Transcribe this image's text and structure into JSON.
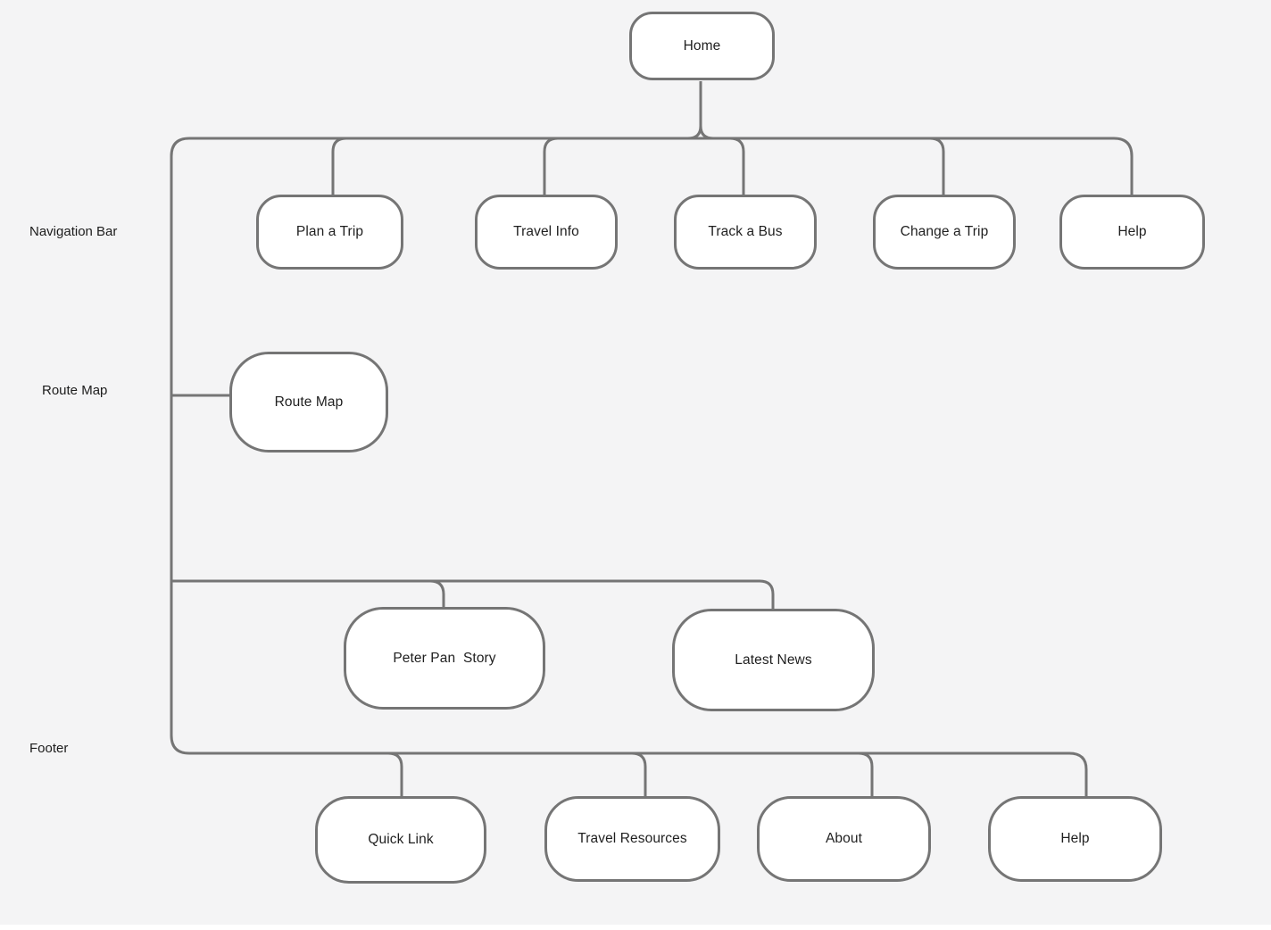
{
  "canvas": {
    "background_color": "#f4f4f5",
    "node_fill_color": "#ffffff",
    "line_color": "#757575",
    "text_color": "#1f1f1f"
  },
  "section_labels": {
    "navigation_bar": "Navigation Bar",
    "route_map": "Route Map",
    "footer": "Footer"
  },
  "nodes": {
    "home": {
      "label": "Home"
    },
    "plan_a_trip": {
      "label": "Plan a Trip"
    },
    "travel_info": {
      "label": "Travel Info"
    },
    "track_a_bus": {
      "label": "Track a Bus"
    },
    "change_a_trip": {
      "label": "Change a Trip"
    },
    "help_nav": {
      "label": "Help"
    },
    "route_map": {
      "label": "Route Map"
    },
    "peter_pan_story": {
      "label": "Peter Pan  Story"
    },
    "latest_news": {
      "label": "Latest News"
    },
    "quick_link": {
      "label": "Quick Link"
    },
    "travel_resources": {
      "label": "Travel Resources"
    },
    "about": {
      "label": "About"
    },
    "help_footer": {
      "label": "Help"
    }
  }
}
